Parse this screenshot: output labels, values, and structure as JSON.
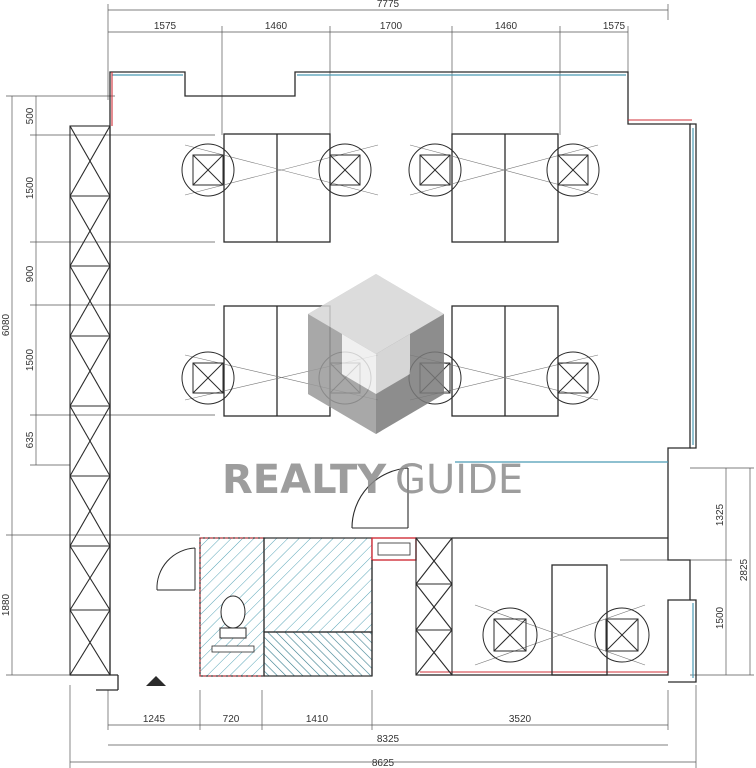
{
  "dimensions": {
    "top_total": "7775",
    "top_segments": [
      "1575",
      "1460",
      "1700",
      "1460",
      "1575"
    ],
    "left_total": "6080",
    "left_segments": [
      "500",
      "1500",
      "900",
      "1500",
      "635",
      "1880"
    ],
    "right_total": "2825",
    "right_segments": [
      "1325",
      "1500"
    ],
    "bottom_segments": [
      "1245",
      "720",
      "1410",
      "3520"
    ],
    "bottom_inner_total": "8325",
    "bottom_outer_total": "8625"
  },
  "watermark": {
    "brand_part1": "REALTY",
    "brand_part2": "GUIDE"
  },
  "colors": {
    "wall": "#2b2b2b",
    "window": "#4a9bb5",
    "red_accent": "#d0303a",
    "hatch": "#5aa6b8",
    "watermark": "#8c8c8c"
  }
}
